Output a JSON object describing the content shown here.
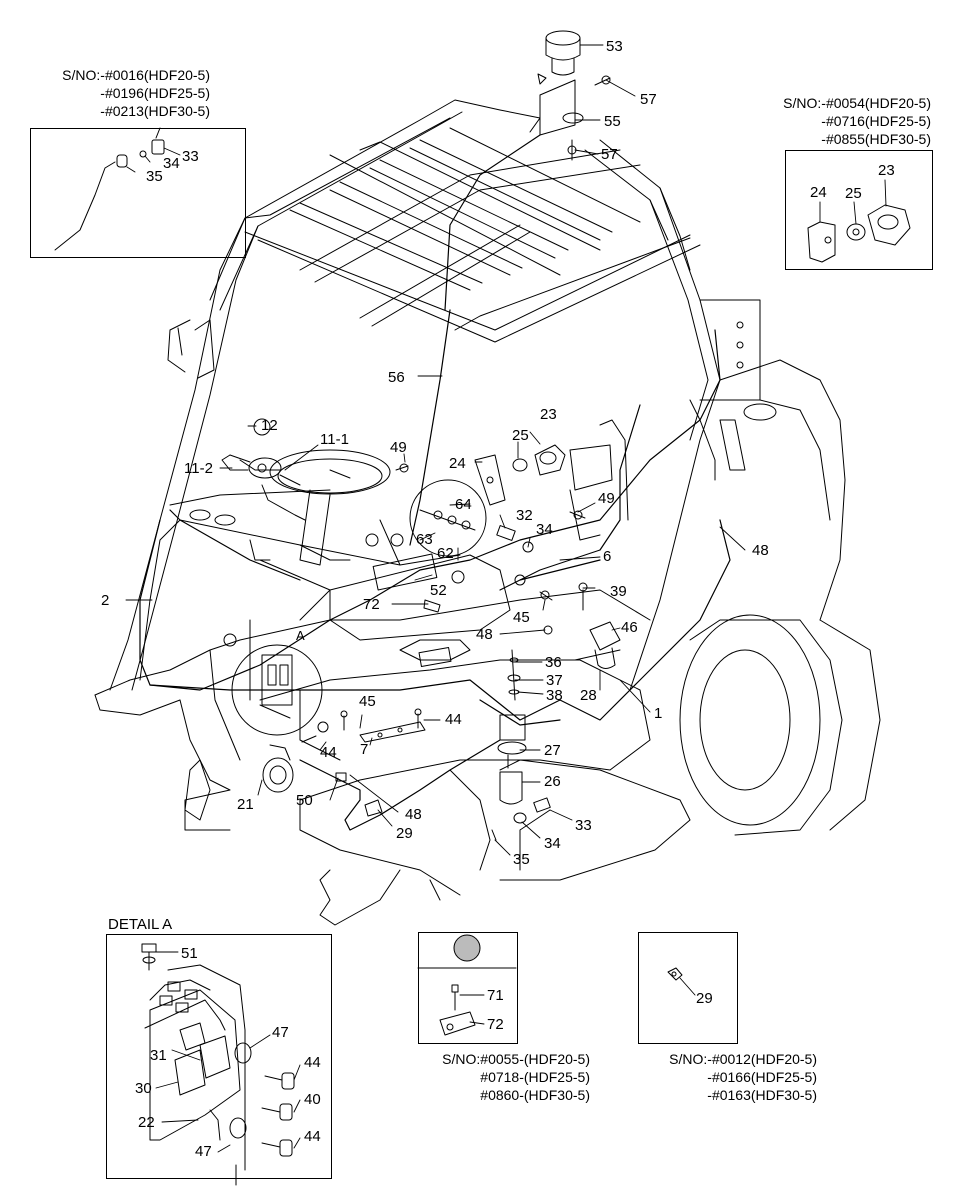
{
  "diagram": {
    "detail_title": "DETAIL A",
    "detail_marker": "A",
    "callouts": {
      "c53": "53",
      "c57a": "57",
      "c55": "55",
      "c57b": "57",
      "c33top": "33",
      "c34top": "34",
      "c35top": "35",
      "c24box": "24",
      "c25box": "25",
      "c23box": "23",
      "c12": "12",
      "c11_1": "11-1",
      "c11_2": "11-2",
      "c56": "56",
      "c49a": "49",
      "c23": "23",
      "c25": "25",
      "c24": "24",
      "c49b": "49",
      "c64": "64",
      "c32": "32",
      "c34": "34",
      "c63": "63",
      "c62": "62",
      "c6": "6",
      "c48a": "48",
      "c2": "2",
      "c52": "52",
      "c72": "72",
      "c39": "39",
      "c45a": "45",
      "c48b": "48",
      "c46": "46",
      "c36": "36",
      "c37": "37",
      "c38": "38",
      "c28": "28",
      "c1": "1",
      "c45b": "45",
      "c44a": "44",
      "c44b": "44",
      "c7": "7",
      "c27": "27",
      "c26": "26",
      "c21": "21",
      "c50": "50",
      "c48c": "48",
      "c29": "29",
      "c33": "33",
      "c34b": "34",
      "c35": "35",
      "d51": "51",
      "d47a": "47",
      "d31": "31",
      "d44a": "44",
      "d30": "30",
      "d40": "40",
      "d22": "22",
      "d47b": "47",
      "d44b": "44",
      "m71": "71",
      "m72": "72",
      "r29": "29"
    },
    "serial_notes": {
      "top_left": [
        "S/NO:-#0016(HDF20-5)",
        "-#0196(HDF25-5)",
        "-#0213(HDF30-5)"
      ],
      "top_right": [
        "S/NO:-#0054(HDF20-5)",
        "-#0716(HDF25-5)",
        "-#0855(HDF30-5)"
      ],
      "bottom_mid": [
        "S/NO:#0055-(HDF20-5)",
        "#0718-(HDF25-5)",
        "#0860-(HDF30-5)"
      ],
      "bottom_right": [
        "S/NO:-#0012(HDF20-5)",
        "-#0166(HDF25-5)",
        "-#0163(HDF30-5)"
      ]
    }
  }
}
